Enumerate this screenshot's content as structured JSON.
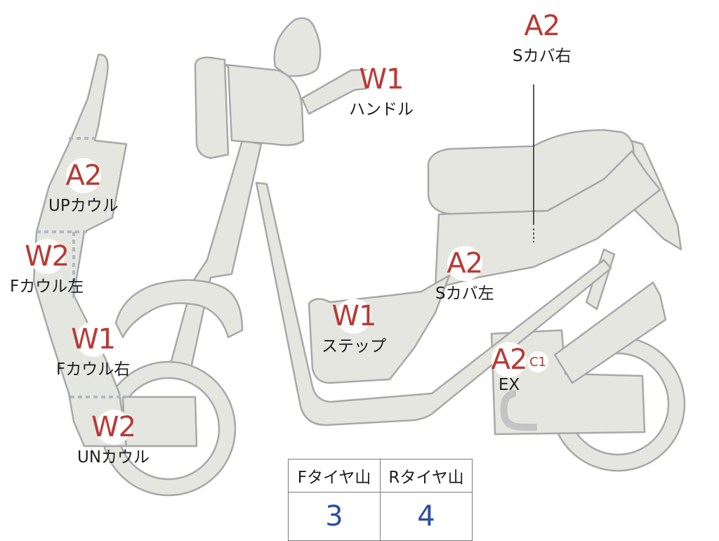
{
  "markers": {
    "s_cover_right": {
      "code": "A2",
      "label": "Sカバ右"
    },
    "handle": {
      "code": "W1",
      "label": "ハンドル"
    },
    "up_cowl": {
      "code": "A2",
      "label": "UPカウル"
    },
    "f_cowl_left": {
      "code": "W2",
      "label": "Fカウル左"
    },
    "f_cowl_right": {
      "code": "W1",
      "label": "Fカウル右"
    },
    "un_cowl": {
      "code": "W2",
      "label": "UNカウル"
    },
    "s_cover_left": {
      "code": "A2",
      "label": "Sカバ左"
    },
    "step": {
      "code": "W1",
      "label": "ステップ"
    },
    "exhaust": {
      "code": "A2",
      "extra_code": "C1",
      "label": "EX"
    }
  },
  "tire_table": {
    "headers": [
      "Fタイヤ山",
      "Rタイヤ山"
    ],
    "values": [
      "3",
      "4"
    ]
  },
  "colors": {
    "part_fill": "#e6e6e1",
    "part_stroke": "#a8a8a8",
    "damage_code": "#b93a36",
    "tire_value": "#2b4ca8"
  }
}
